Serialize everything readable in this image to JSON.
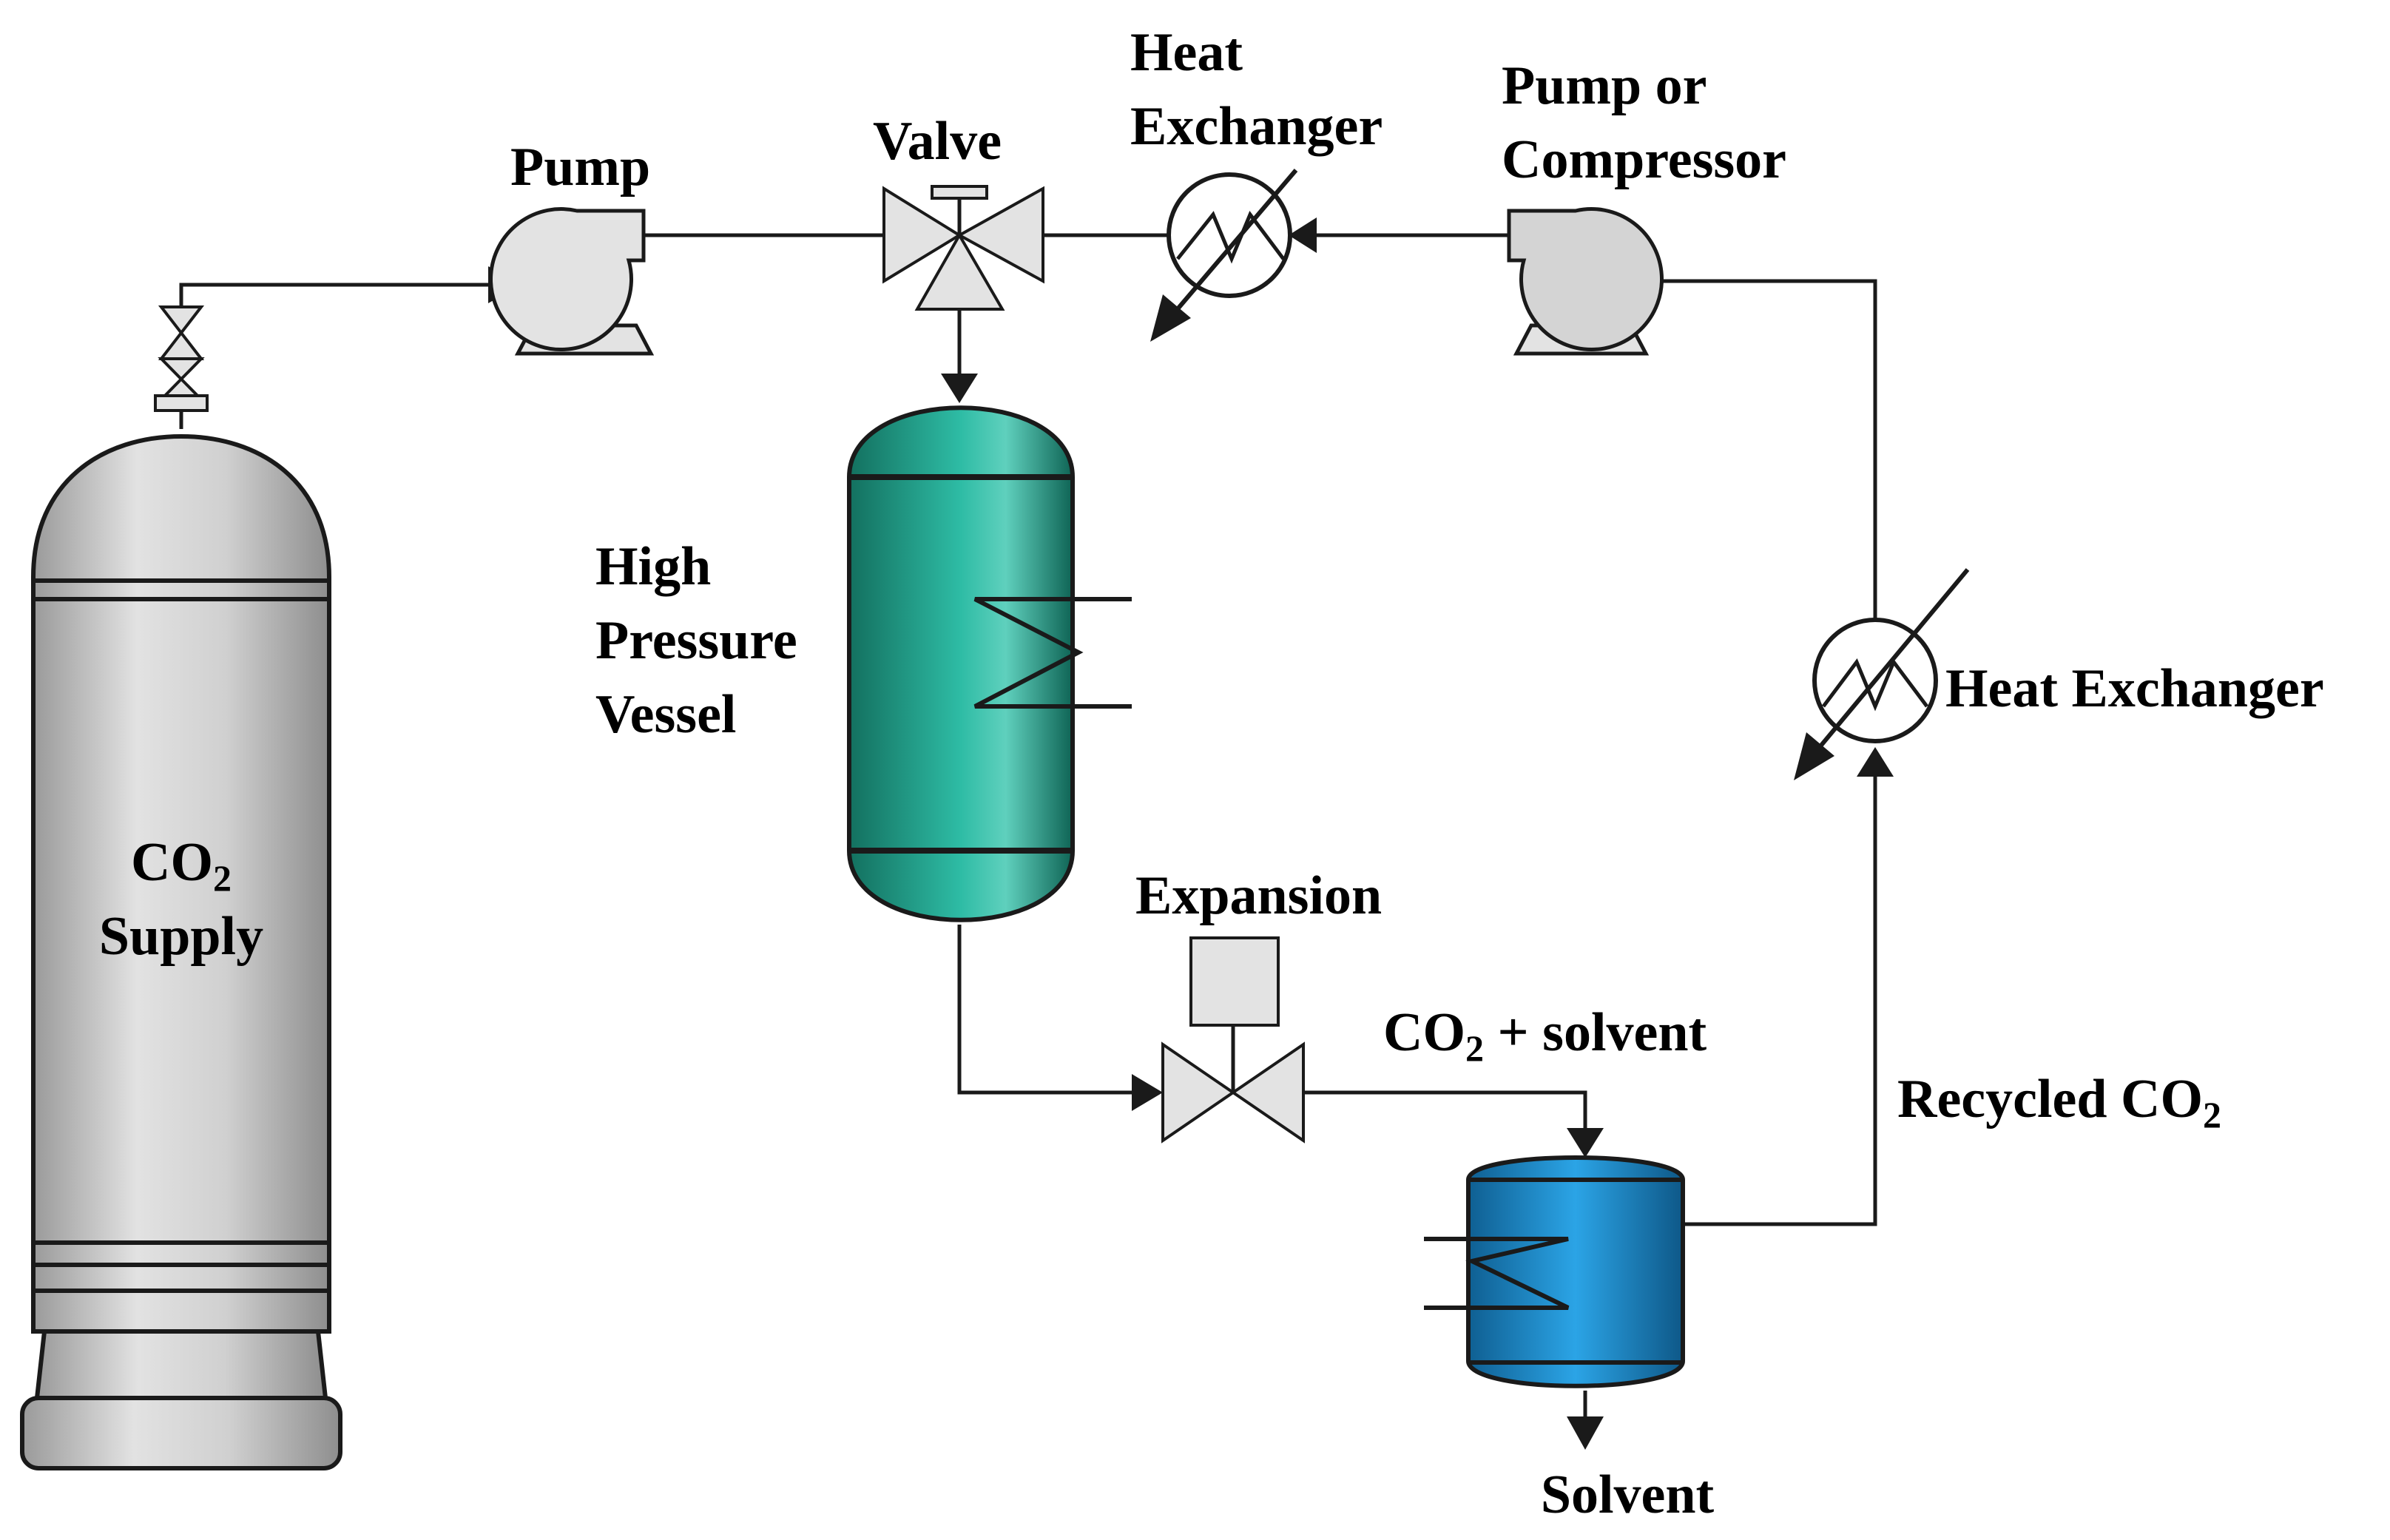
{
  "labels": {
    "co2_supply_line1_main": "CO",
    "co2_supply_line1_sub": "2",
    "co2_supply_line2": "Supply",
    "pump": "Pump",
    "valve": "Valve",
    "heat_exchanger_top_line1": "Heat",
    "heat_exchanger_top_line2": "Exchanger",
    "pump_or_compressor_line1": "Pump or",
    "pump_or_compressor_line2": "Compressor",
    "hpv_line1": "High",
    "hpv_line2": "Pressure",
    "hpv_line3": "Vessel",
    "heat_exchanger_right": "Heat Exchanger",
    "expansion": "Expansion",
    "co2_solvent_main": "CO",
    "co2_solvent_sub": "2",
    "co2_solvent_rest": " + solvent",
    "recycled_main": "Recycled CO",
    "recycled_sub": "2",
    "solvent": "Solvent"
  },
  "colors": {
    "cylinder": "#c9c9c9",
    "vessel": "#22a08c",
    "separator": "#1e8fd0",
    "equipment": "#e3e3e3",
    "line": "#1a1a1a"
  }
}
